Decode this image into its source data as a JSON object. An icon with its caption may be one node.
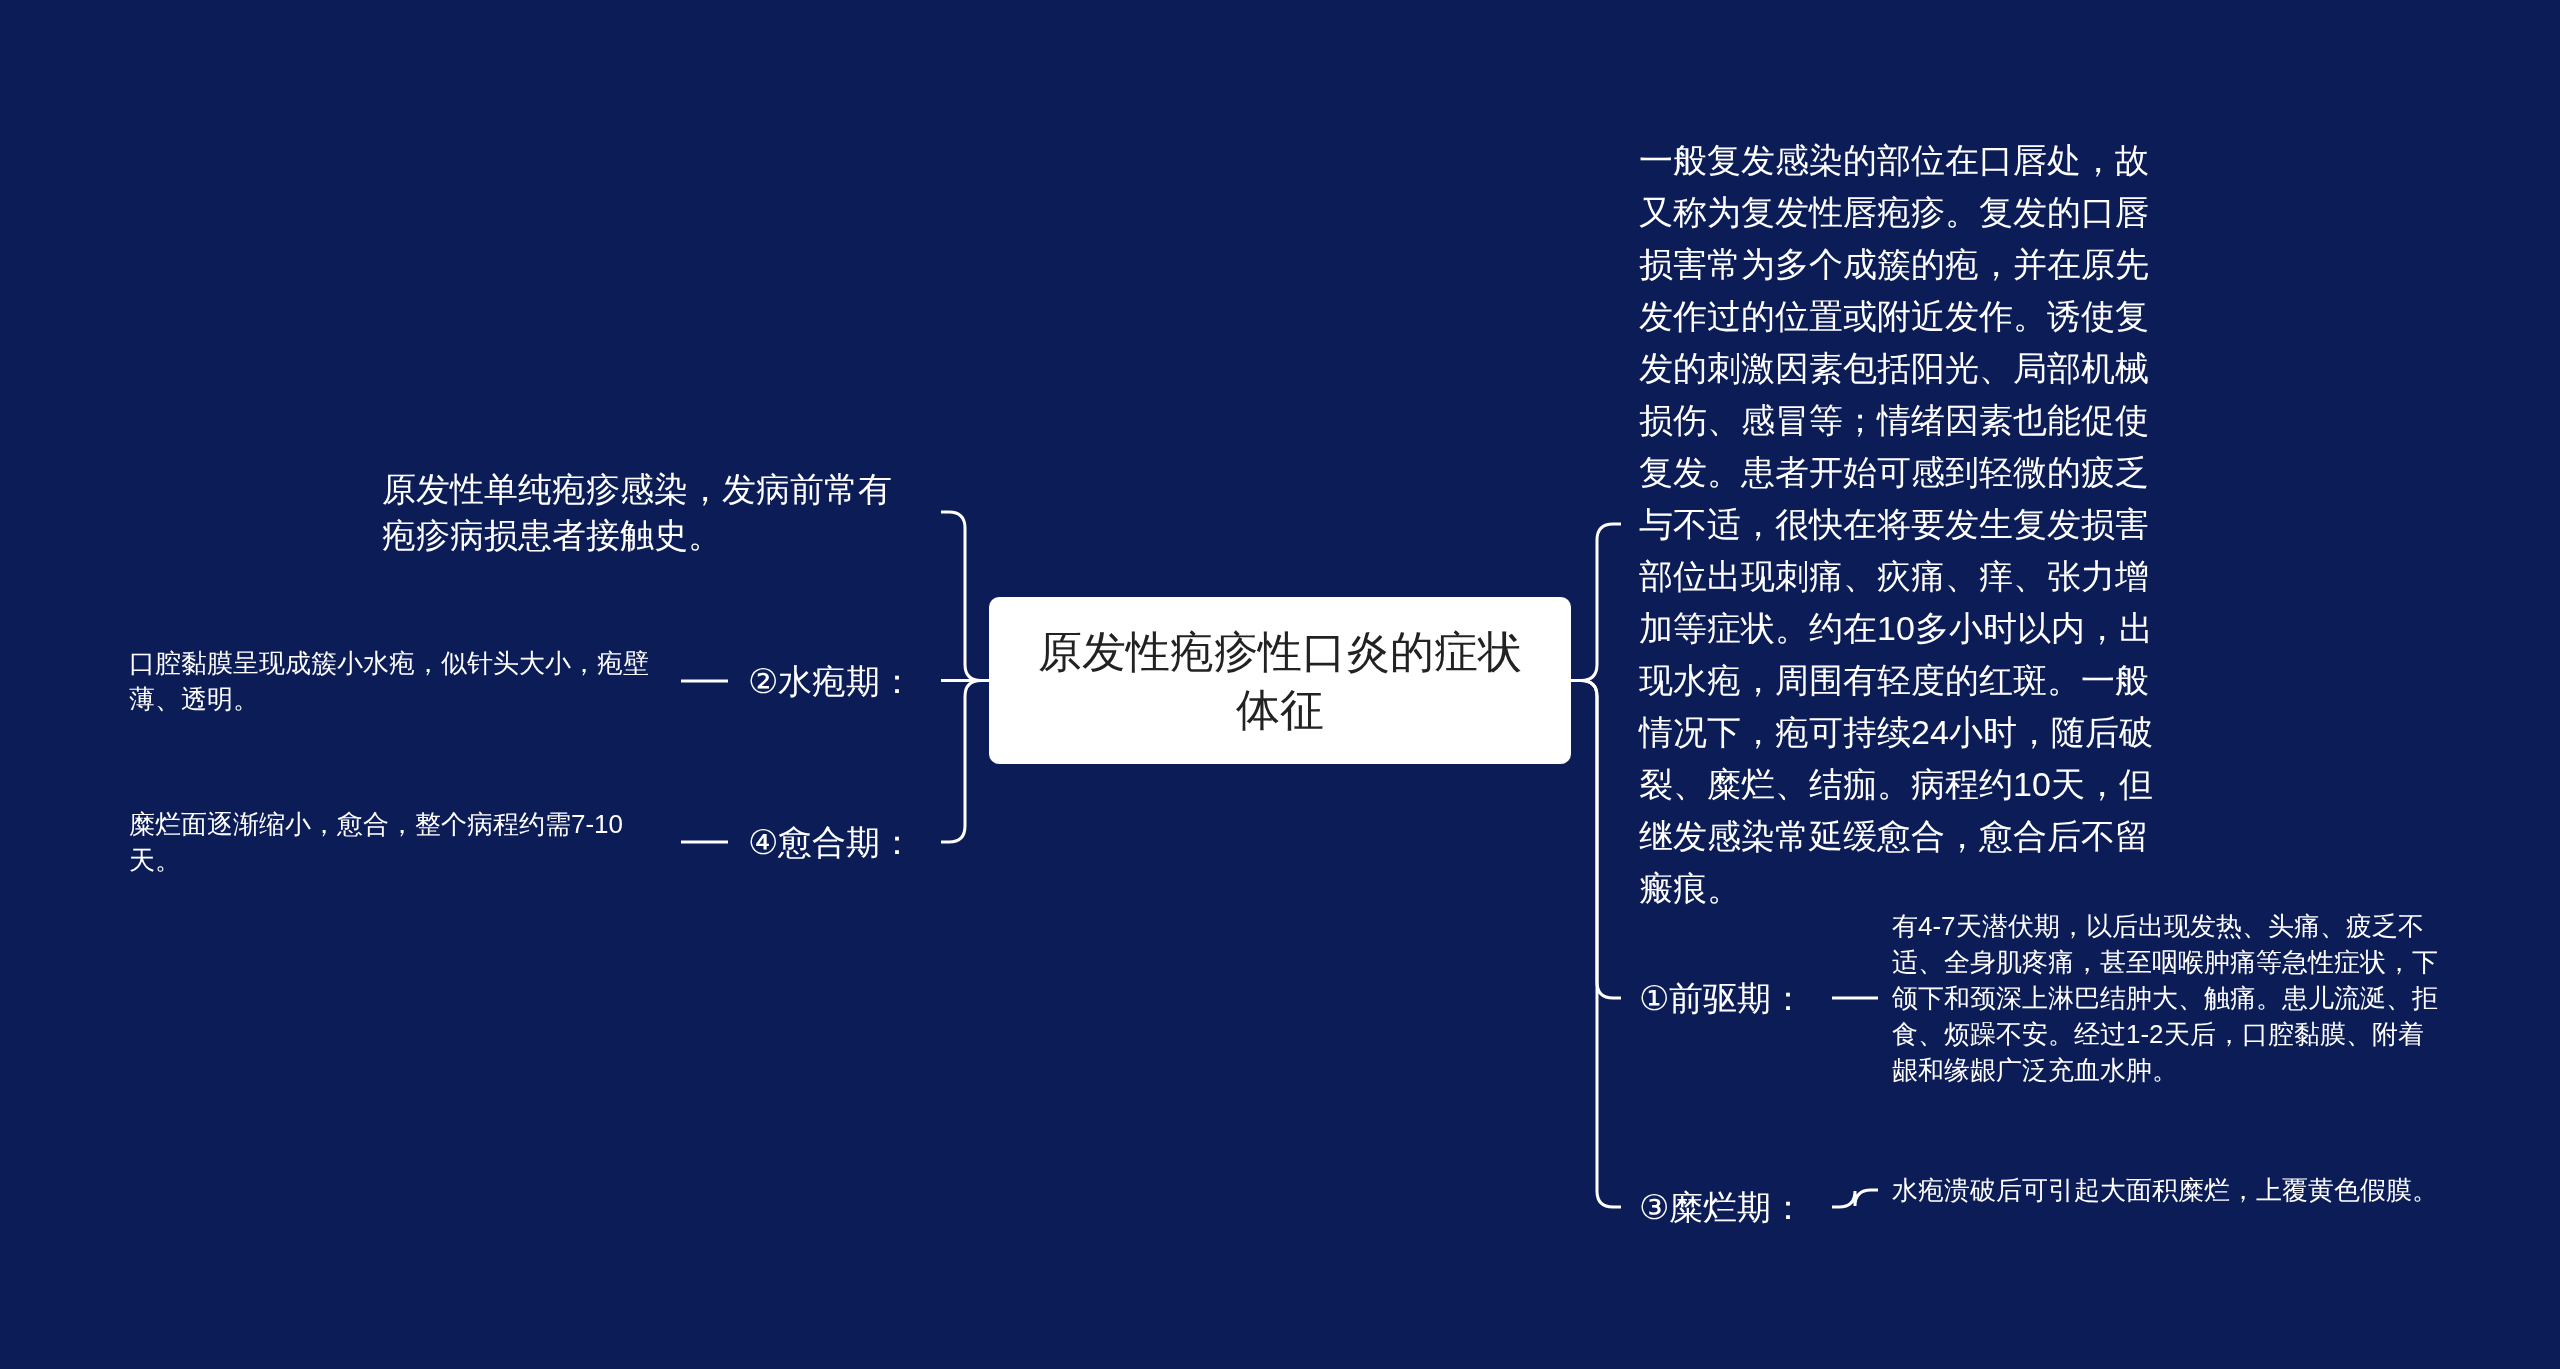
{
  "diagram": {
    "nodes": [
      {
        "text": [
          "原发性疱疹性口炎的症状体征"
        ]
      },
      {
        "text": [
          "原发性单纯疱疹感染，发病前常有疱疹病损患者接触史。"
        ]
      },
      {
        "text": [
          "②水疱期："
        ]
      },
      {
        "text": [
          "口腔黏膜呈现成簇小水疱，似针头大小，疱壁薄、透明。"
        ]
      },
      {
        "text": [
          "④愈合期："
        ]
      },
      {
        "text": [
          "糜烂面逐渐缩小，愈合，整个病程约需7-10天。"
        ]
      },
      {
        "text": [
          "一般复发感染的部位在口唇处，故又称为复发性唇疱疹。复发的口唇损害常为多个成簇的疱，并在原先发作过的位置或附近发作。诱使复发的刺激因素包括阳光、局部机械损伤、感冒等；情绪因素也能促使复发。患者开始可感到轻微的疲乏与不适，很快在将要发生复发损害部位出现刺痛、疢痛、痒、张力增加等症状。约在10多小时以内，出现水疱，周围有轻度的红斑。一般情况下，疱可持续24小时，随后破裂、糜烂、结痂。病程约10天，但继发感染常延缓愈合，愈合后不留瘢痕。"
        ]
      },
      {
        "text": [
          "①前驱期："
        ]
      },
      {
        "text": [
          "有4-7天潜伏期，以后出现发热、头痛、疲乏不适、全身肌疼痛，甚至咽喉肿痛等急性症状，下颌下和颈深上淋巴结肿大、触痛。患儿流涎、拒食、烦躁不安。经过1-2天后，口腔黏膜、附着龈和缘龈广泛充血水肿。"
        ]
      },
      {
        "text": [
          "③糜烂期："
        ]
      },
      {
        "text": [
          "水疱溃破后可引起大面积糜烂，上覆黄色假膜。"
        ]
      }
    ],
    "edges": [
      {
        "from": 0,
        "to": 1,
        "arrow": "none"
      },
      {
        "from": 0,
        "to": 2,
        "arrow": "none"
      },
      {
        "from": 0,
        "to": 4,
        "arrow": "none"
      },
      {
        "from": 0,
        "to": 6,
        "arrow": "none"
      },
      {
        "from": 0,
        "to": 7,
        "arrow": "none"
      },
      {
        "from": 0,
        "to": 9,
        "arrow": "none"
      },
      {
        "from": 2,
        "to": 3,
        "arrow": "none"
      },
      {
        "from": 4,
        "to": 5,
        "arrow": "none"
      },
      {
        "from": 7,
        "to": 8,
        "arrow": "none"
      },
      {
        "from": 9,
        "to": 10,
        "arrow": "none"
      }
    ]
  }
}
